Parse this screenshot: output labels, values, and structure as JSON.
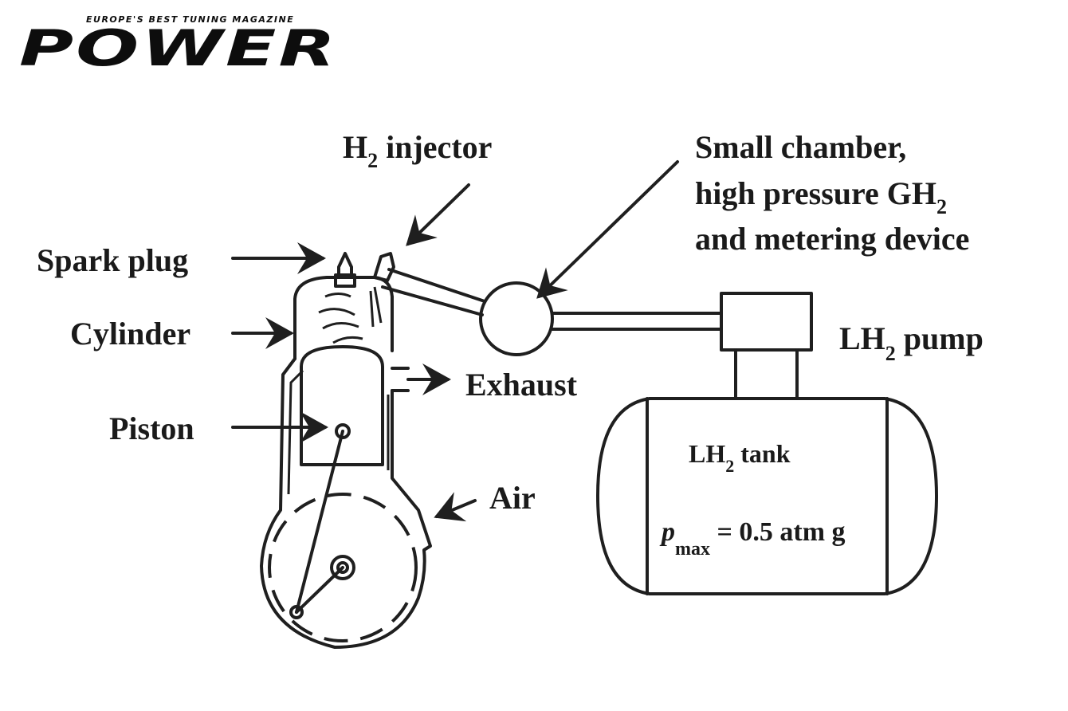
{
  "logo": {
    "tagline": "EUROPE'S BEST TUNING MAGAZINE",
    "wordmark": "POWER"
  },
  "labels": {
    "h2_injector": {
      "main": "H",
      "sub": "2",
      "rest": " injector"
    },
    "small_chamber": {
      "line1": "Small chamber,",
      "line2_main": "high pressure GH",
      "line2_sub": "2",
      "line3": "and metering device"
    },
    "spark_plug": "Spark plug",
    "cylinder": "Cylinder",
    "exhaust": "Exhaust",
    "piston": "Piston",
    "air": "Air",
    "lh2_pump": {
      "main": "LH",
      "sub": "2",
      "rest": " pump"
    },
    "lh2_tank": {
      "main": "LH",
      "sub": "2",
      "rest": " tank"
    },
    "pmax": {
      "p": "p",
      "sub": "max",
      "rest": " = 0.5 atm g"
    }
  },
  "colors": {
    "ink": "#1f1f1f",
    "background": "#ffffff"
  }
}
